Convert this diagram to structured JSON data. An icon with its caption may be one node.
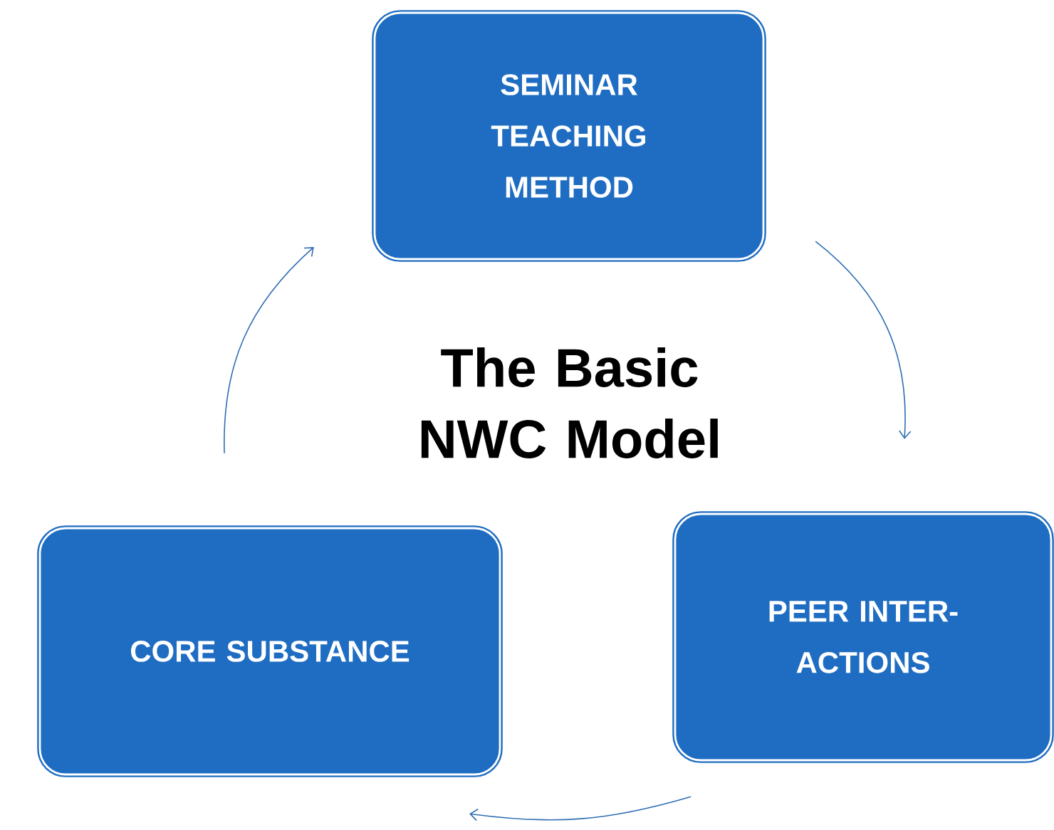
{
  "diagram": {
    "title": "The Basic NWC Model",
    "nodes": [
      {
        "text": [
          "SEMINAR TEACHING METHOD"
        ]
      },
      {
        "text": [
          "PEER INTER-ACTIONS"
        ]
      },
      {
        "text": [
          "CORE SUBSTANCE"
        ]
      }
    ],
    "edges": [
      {
        "from": 0,
        "to": 1,
        "arrow": "to"
      },
      {
        "from": 1,
        "to": 2,
        "arrow": "to"
      },
      {
        "from": 2,
        "to": 0,
        "arrow": "to"
      }
    ]
  }
}
